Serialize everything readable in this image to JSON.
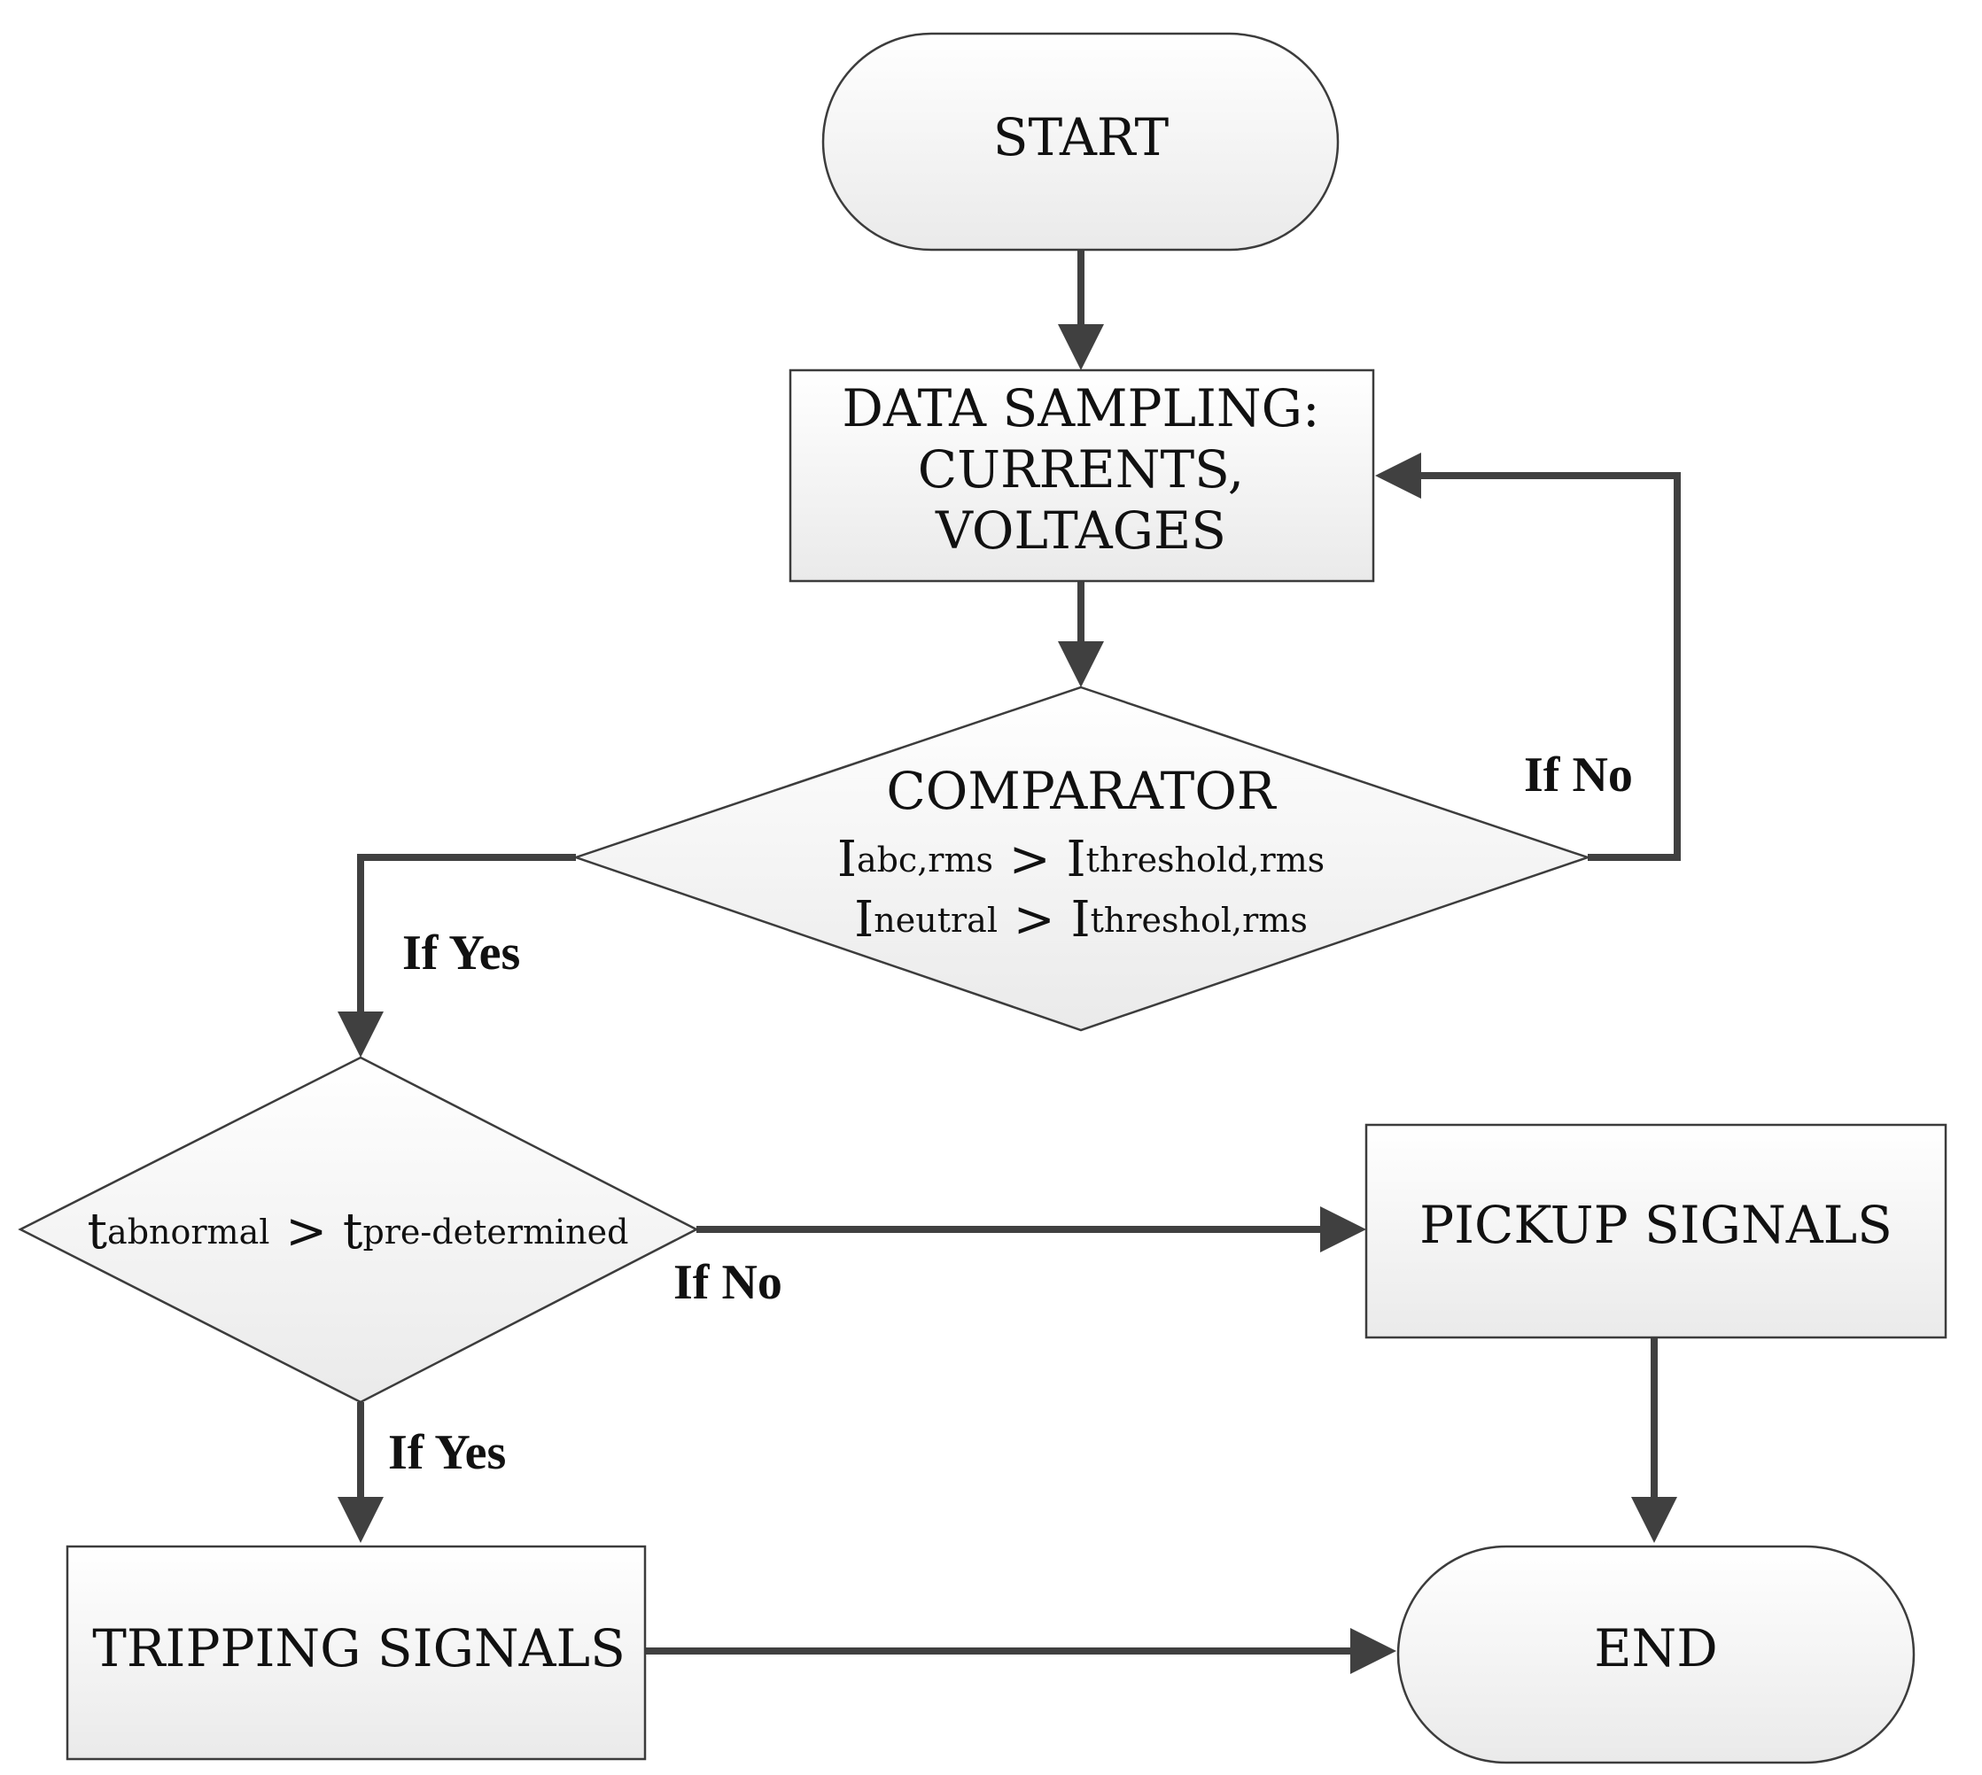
{
  "nodes": {
    "start": {
      "label": "START"
    },
    "data_sampling": {
      "lines": [
        "DATA SAMPLING:",
        "CURRENTS,",
        "VOLTAGES"
      ]
    },
    "comparator": {
      "title": "COMPARATOR",
      "cond1": {
        "lhs_main": "I",
        "lhs_sub": "abc,rms",
        "op": " > ",
        "rhs_main": "I",
        "rhs_sub": "threshold,rms"
      },
      "cond2": {
        "lhs_main": "I",
        "lhs_sub": "neutral",
        "op": " > ",
        "rhs_main": "I",
        "rhs_sub": "threshol,rms"
      }
    },
    "time_check": {
      "lhs_main": "t",
      "lhs_sub": "abnormal",
      "op": " > ",
      "rhs_main": "t",
      "rhs_sub": "pre-determined"
    },
    "pickup": {
      "label": "PICKUP SIGNALS"
    },
    "tripping": {
      "label": "TRIPPING SIGNALS"
    },
    "end": {
      "label": "END"
    }
  },
  "edges": {
    "comparator_no": "If No",
    "comparator_yes": "If Yes",
    "time_no": "If No",
    "time_yes": "If Yes"
  }
}
